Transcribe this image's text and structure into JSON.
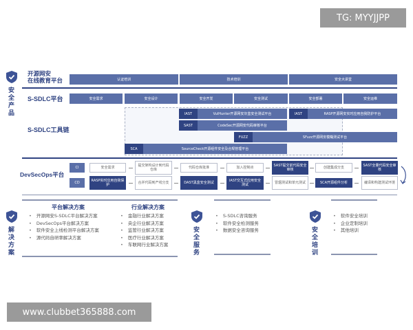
{
  "watermark_top": "TG: MYYJJPP",
  "watermark_bottom": "www.clubbet365888.com",
  "colors": {
    "primary": "#2f4382",
    "bar": "#5a6fa8"
  },
  "products": {
    "side_label": "安全产品",
    "edu": {
      "label": "开源网安\n在线教育平台",
      "items": [
        "认证培训",
        "技术培训",
        "安全大讲堂"
      ]
    },
    "sdlc": {
      "label": "S-SDLC平台",
      "items": [
        "安全需求",
        "安全设计",
        "安全开发",
        "安全测试",
        "安全部署",
        "安全运维"
      ]
    },
    "toolchain": {
      "label": "S-SDLC工具链",
      "tools": [
        {
          "tag": "IAST",
          "name": "VulHunter开源网安灰盒安全测试平台"
        },
        {
          "tag": "IAST",
          "name": "RASP开源网安实时应用自我防护平台"
        },
        {
          "tag": "SAST",
          "name": "CodeSec开源网安代码审核平台"
        },
        {
          "tag": "FUZZ",
          "name": "SFuzz开源网安模糊测试平台"
        },
        {
          "tag": "SCA",
          "name": "SourceCheck开源组件安全及合规管理平台"
        }
      ]
    },
    "devsecops": {
      "label": "DevSecOps平台",
      "ci": {
        "tag": "CI",
        "steps": [
          "安全需求",
          "提交架构设计到代码仓库",
          "代码仓库批准",
          "加入控制点",
          "SAST提交前代码安全审核",
          "创建集成分支",
          "SAST全量代码安全审核"
        ]
      },
      "cd": {
        "tag": "CD",
        "steps": [
          "RASP实时应用自我保护",
          "合并代码到产线分支",
          "DAST黑盒安全测试",
          "IAST交互式应用安全测试",
          "冒烟测试和单元测试",
          "SCA开源组件分析",
          "编译和构建测试环境"
        ]
      }
    }
  },
  "solutions": {
    "side_label": "解决方案",
    "platform": {
      "title": "平台解决方案",
      "items": [
        "开源网安S-SDLC平台解决方案",
        "DevSecOps平台解决方案",
        "软件安全上线检测平台解决方案",
        "源代码自研率解决方案"
      ]
    },
    "industry": {
      "title": "行业解决方案",
      "items": [
        "金融行业解决方案",
        "央企行业解决方案",
        "监管行业解决方案",
        "医疗行业解决方案",
        "车联网行业解决方案"
      ]
    }
  },
  "services": {
    "side_label": "安全服务",
    "items": [
      "S-SDLC咨询服务",
      "软件安全检测服务",
      "数据安全咨询服务"
    ]
  },
  "training": {
    "side_label": "安全培训",
    "items": [
      "软件安全培训",
      "企业定制培训",
      "其他培训"
    ]
  }
}
